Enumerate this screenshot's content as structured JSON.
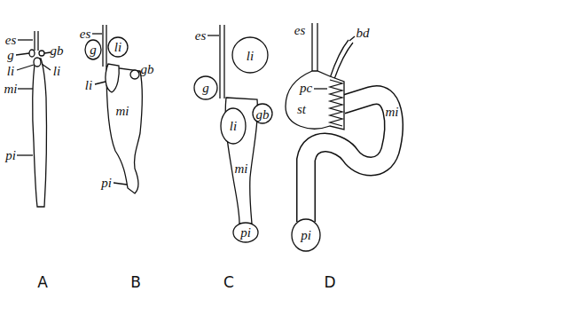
{
  "diagram": {
    "labels": [
      "es",
      "g",
      "li",
      "mi",
      "pi",
      "gb",
      "li",
      "es",
      "g",
      "li",
      "li",
      "gb",
      "mi",
      "pi",
      "es",
      "li",
      "g",
      "gb",
      "li",
      "mi",
      "pi",
      "es",
      "bd",
      "pc",
      "st",
      "mi",
      "pi",
      "A",
      "B",
      "C",
      "D"
    ]
  }
}
